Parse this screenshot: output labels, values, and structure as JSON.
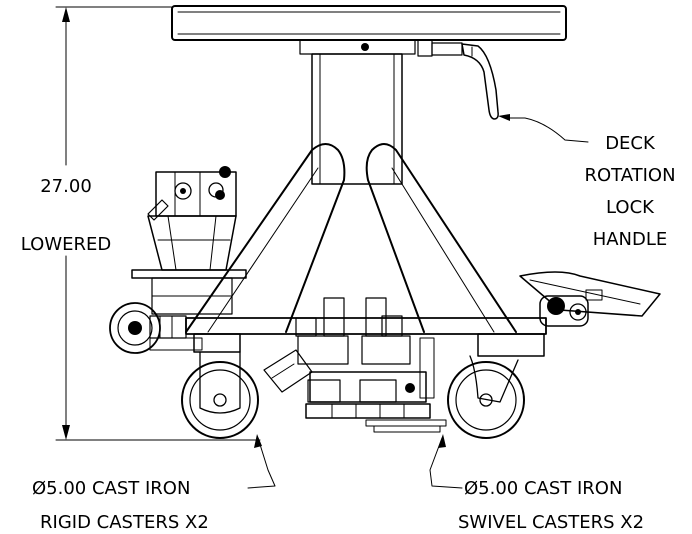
{
  "dimension": {
    "value": "27.00",
    "state": "LOWERED"
  },
  "callouts": {
    "deck_lock": [
      "DECK",
      "ROTATION",
      "LOCK",
      "HANDLE"
    ],
    "rigid_casters": [
      "Ø5.00 CAST IRON",
      "RIGID CASTERS X2"
    ],
    "swivel_casters": [
      "Ø5.00 CAST IRON",
      "SWIVEL CASTERS X2"
    ]
  },
  "colors": {
    "ink": "#000000",
    "paper": "#ffffff"
  }
}
